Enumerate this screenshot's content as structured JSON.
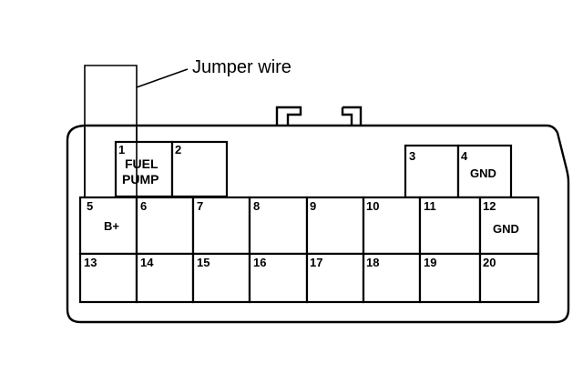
{
  "callout": "Jumper wire",
  "terminals": {
    "t1": {
      "num": "1",
      "label_line1": "FUEL",
      "label_line2": "PUMP"
    },
    "t2": {
      "num": "2"
    },
    "t3": {
      "num": "3"
    },
    "t4": {
      "num": "4",
      "label": "GND"
    },
    "t5": {
      "num": "5",
      "label": "B+"
    },
    "t6": {
      "num": "6"
    },
    "t7": {
      "num": "7"
    },
    "t8": {
      "num": "8"
    },
    "t9": {
      "num": "9"
    },
    "t10": {
      "num": "10"
    },
    "t11": {
      "num": "11"
    },
    "t12": {
      "num": "12",
      "label": "GND"
    },
    "t13": {
      "num": "13"
    },
    "t14": {
      "num": "14"
    },
    "t15": {
      "num": "15"
    },
    "t16": {
      "num": "16"
    },
    "t17": {
      "num": "17"
    },
    "t18": {
      "num": "18"
    },
    "t19": {
      "num": "19"
    },
    "t20": {
      "num": "20"
    }
  }
}
